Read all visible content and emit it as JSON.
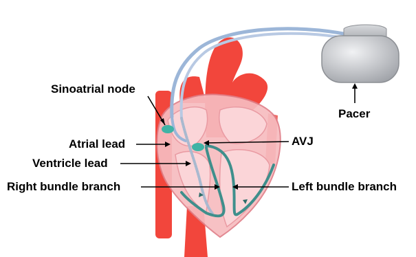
{
  "labels": {
    "sinoatrial_node": "Sinoatrial node",
    "atrial_lead": "Atrial lead",
    "ventricle_lead": "Ventricle lead",
    "right_bundle_branch": "Right bundle branch",
    "avj": "AVJ",
    "left_bundle_branch": "Left bundle branch",
    "pacer": "Pacer"
  },
  "colors": {
    "vessel_red": "#f2463c",
    "heart_pink": "#f7bcc0",
    "heart_outline": "#e07f89",
    "chamber_pink": "#fbd5d8",
    "lead_blue": "#9cb6d8",
    "conduction_teal": "#3f8f8c",
    "node_teal": "#3fb3a5",
    "pacer_gray": "#b7b9bd"
  }
}
